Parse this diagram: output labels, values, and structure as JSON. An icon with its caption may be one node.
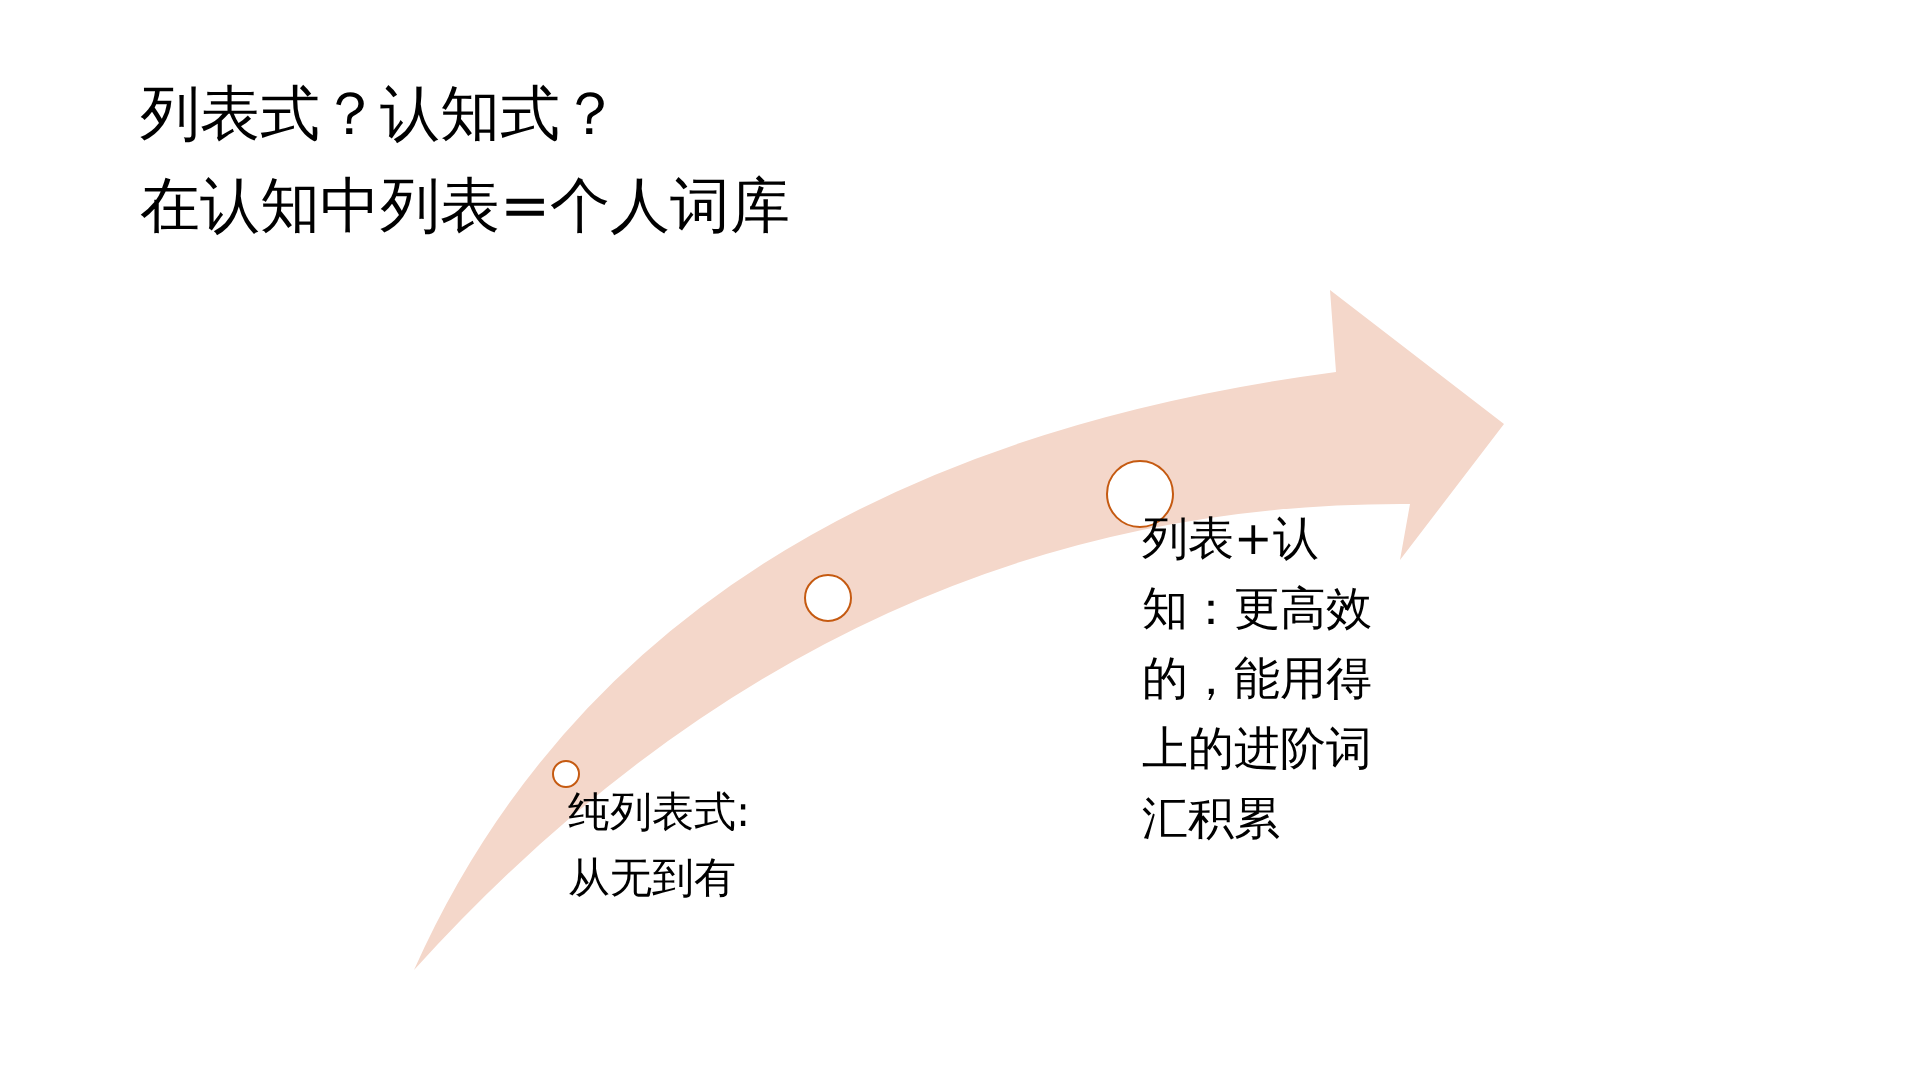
{
  "diagram": {
    "title": "列表式？认知式？",
    "labels": [
      "在认知中列表=个人词库"
    ],
    "nodes": [
      {
        "text": [],
        "shape": "circle",
        "beside": [
          "纯列表式:从无到有"
        ]
      },
      {
        "text": [],
        "shape": "circle"
      },
      {
        "text": [],
        "shape": "circle",
        "beside": [
          "列表+认知：更高效的，能用得上的进阶词汇积累"
        ]
      }
    ]
  }
}
